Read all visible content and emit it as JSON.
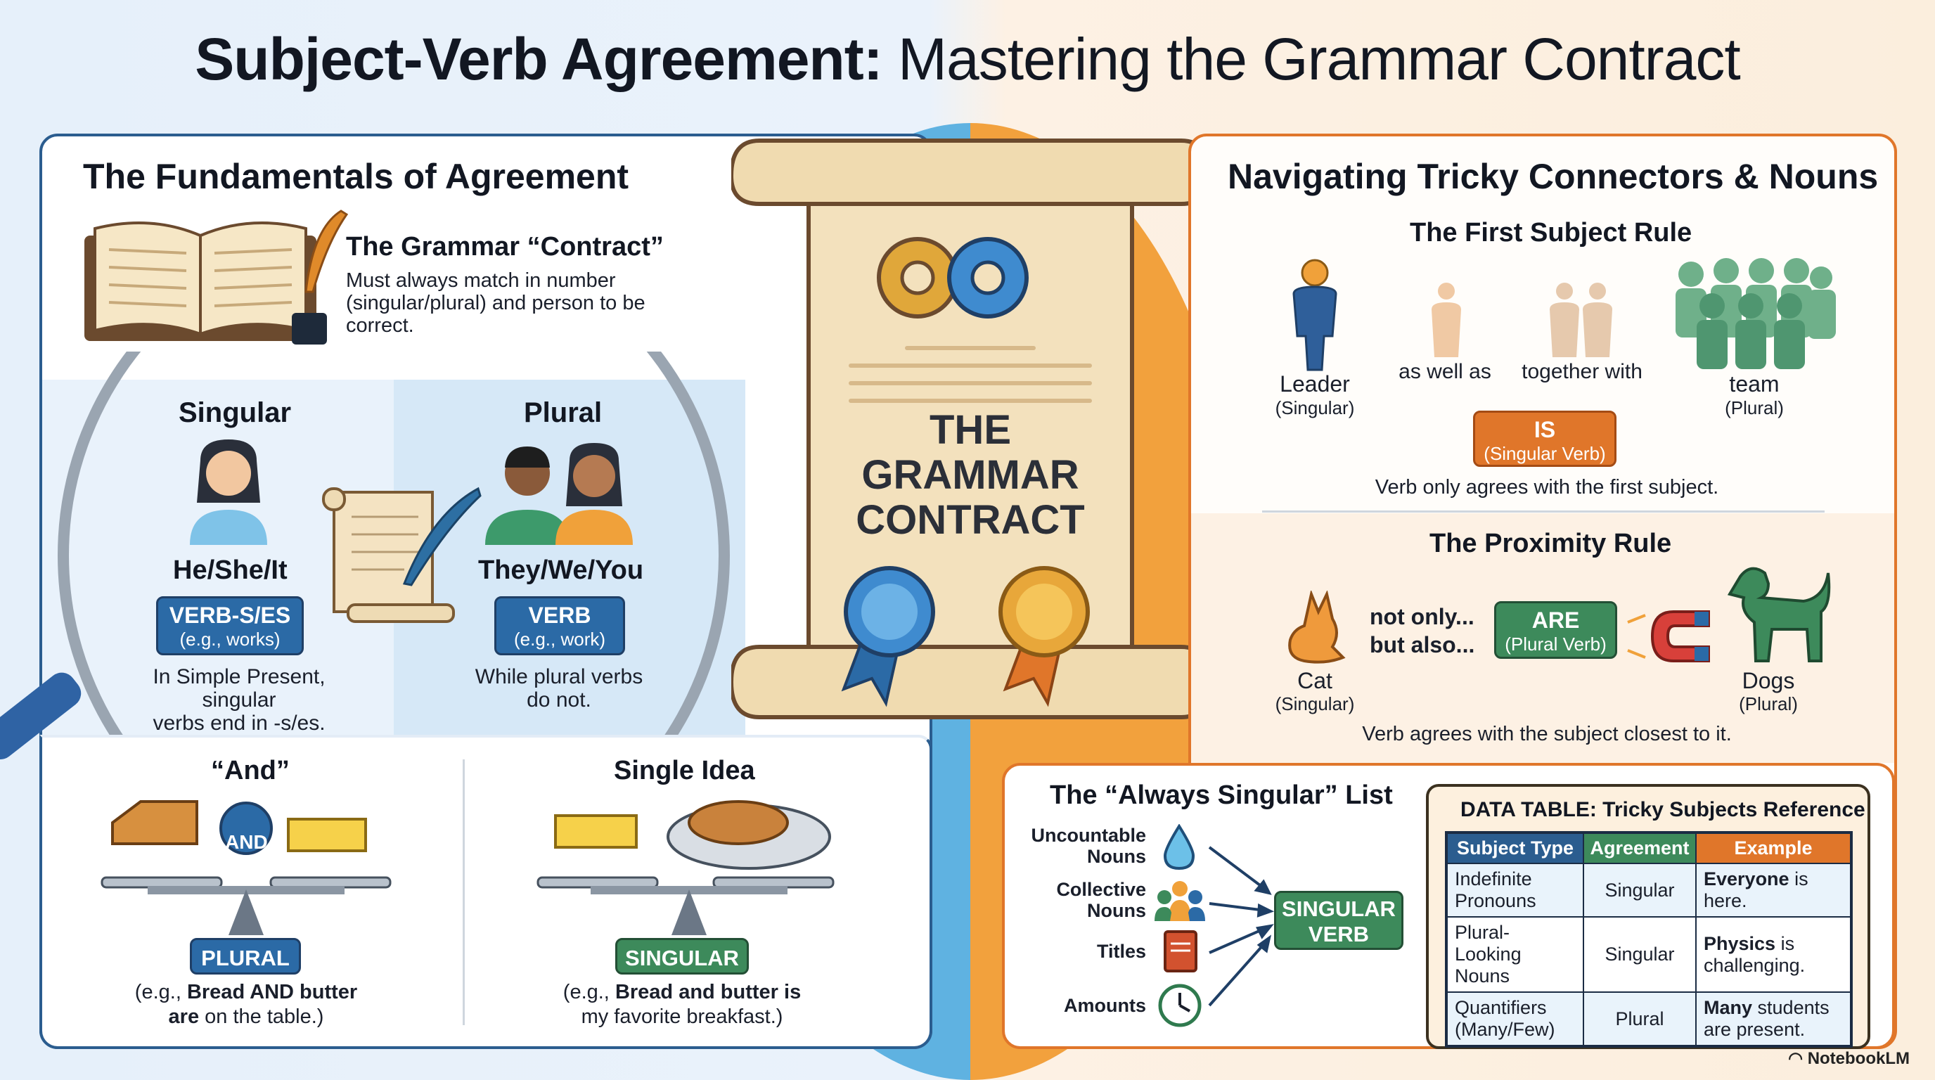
{
  "title": {
    "bold": "Subject-Verb Agreement:",
    "rest": "Mastering the Grammar Contract"
  },
  "colors": {
    "blue_accent": "#2b6aa6",
    "orange_accent": "#e0762a",
    "green_accent": "#3d8a5b",
    "navy": "#1f3f66"
  },
  "left": {
    "heading": "The Fundamentals of Agreement",
    "contract": {
      "heading": "The Grammar “Contract”",
      "desc": [
        "Must always match in number",
        "(singular/plural) and person to be",
        "correct."
      ]
    },
    "singular": {
      "heading": "Singular",
      "pronouns": "He/She/It",
      "badge": "VERB-S/ES",
      "badge_sub": "(e.g., works)",
      "note": [
        "In Simple Present, singular",
        "verbs end in -s/es."
      ]
    },
    "plural": {
      "heading": "Plural",
      "pronouns": "They/We/You",
      "badge": "VERB",
      "badge_sub": "(e.g., work)",
      "note": [
        "While plural verbs",
        "do not."
      ]
    },
    "and_rule": {
      "heading": "“And”",
      "connector": "AND",
      "badge": "PLURAL",
      "example_line1_pre": "(e.g., ",
      "example_line1_bold": "Bread AND butter",
      "example_line2_bold": "are",
      "example_line2_post": " on the table.)"
    },
    "single_idea": {
      "heading": "Single Idea",
      "badge": "SINGULAR",
      "example_line1_pre": "(e.g., ",
      "example_line1_bold": "Bread and butter is",
      "example_line2": "my favorite breakfast.)"
    }
  },
  "center": {
    "line1": "THE",
    "line2": "GRAMMAR",
    "line3": "CONTRACT"
  },
  "right": {
    "heading": "Navigating Tricky Connectors & Nouns",
    "first_subject": {
      "heading": "The First Subject Rule",
      "leader": "Leader",
      "leader_sub": "(Singular)",
      "conn1": "as well as",
      "conn2": "together with",
      "team": "team",
      "team_sub": "(Plural)",
      "badge": "IS",
      "badge_sub": "(Singular Verb)",
      "note": "Verb only agrees with the first subject."
    },
    "proximity": {
      "heading": "The Proximity Rule",
      "cat": "Cat",
      "cat_sub": "(Singular)",
      "conn1": "not only...",
      "conn2": "but also...",
      "badge": "ARE",
      "badge_sub": "(Plural Verb)",
      "dogs": "Dogs",
      "dogs_sub": "(Plural)",
      "note": "Verb agrees with the subject closest to it."
    },
    "always_singular": {
      "heading": "The “Always Singular” List",
      "items": [
        {
          "label1": "Uncountable",
          "label2": "Nouns",
          "icon": "water-drop-icon"
        },
        {
          "label1": "Collective",
          "label2": "Nouns",
          "icon": "group-icon"
        },
        {
          "label1": "Titles",
          "label2": "",
          "icon": "book-icon"
        },
        {
          "label1": "Amounts",
          "label2": "",
          "icon": "clock-icon"
        }
      ],
      "badge1": "SINGULAR",
      "badge2": "VERB"
    },
    "table": {
      "title": "DATA TABLE: Tricky Subjects Reference",
      "headers": [
        "Subject Type",
        "Agreement",
        "Example"
      ],
      "rows": [
        {
          "type1": "Indefinite",
          "type2": "Pronouns",
          "agreement": "Singular",
          "ex_bold": "Everyone",
          "ex_rest1": " is",
          "ex_rest2": "here."
        },
        {
          "type1": "Plural-Looking",
          "type2": "Nouns",
          "agreement": "Singular",
          "ex_bold": "Physics",
          "ex_rest1": " is",
          "ex_rest2": "challenging."
        },
        {
          "type1": "Quantifiers",
          "type2": "(Many/Few)",
          "agreement": "Plural",
          "ex_bold": "Many",
          "ex_rest1": " students",
          "ex_rest2": "are present."
        }
      ]
    }
  },
  "logo": "NotebookLM"
}
